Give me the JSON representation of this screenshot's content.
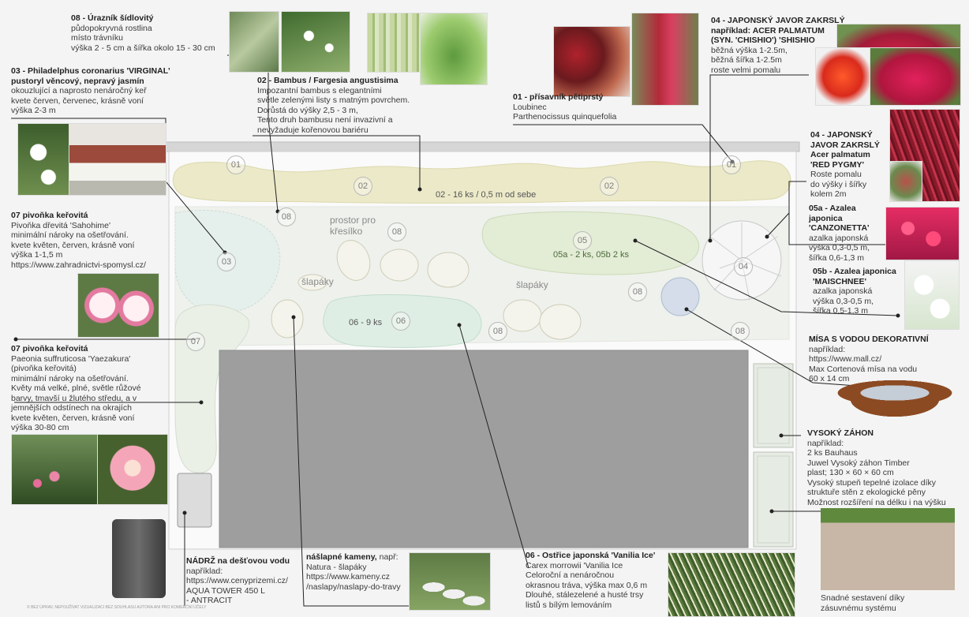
{
  "plan": {
    "bed02_label": "02 - 16 ks / 0,5 m od sebe",
    "bed05_label": "05a - 2 ks, 05b 2 ks",
    "bed06_label": "06 - 9 ks",
    "area_label": "prostor pro\nkřesílko",
    "stones_left": "šlapáky",
    "stones_right": "šlapáky",
    "markers": [
      "01",
      "01",
      "02",
      "02",
      "08",
      "03",
      "08",
      "05",
      "04",
      "08",
      "07",
      "06",
      "08",
      "08"
    ]
  },
  "notes": {
    "n08": {
      "title": "08 - Úrazník šídlovitý",
      "lines": [
        "půdopokryvná rostlina",
        "místo trávníku",
        "výška 2 - 5 cm a šířka okolo 15 - 30 cm"
      ]
    },
    "n03": {
      "title1": "03 - Philadelphus coronarius 'VIRGINAL'",
      "title2": "pustoryl věncový, nepravý jasmín",
      "lines": [
        "okouzlující a naprosto nenáročný keř",
        "kvete červen, červenec, krásně voní",
        "výška 2-3 m"
      ]
    },
    "n02": {
      "title": "02 - Bambus / Fargesia angustisima",
      "lines": [
        "Impozantní bambus s elegantními",
        "světle zelenými listy s matným povrchem.",
        "Dorůstá do výšky 2,5 - 3 m,",
        "Tento druh bambusu není invazivní a",
        "nevyžaduje kořenovou bariéru"
      ]
    },
    "n01": {
      "title": "01 - přísavník pětiprstý",
      "lines": [
        "Loubinec",
        "Parthenocissus quinquefolia"
      ]
    },
    "n04a": {
      "title1": "04 - JAPONSKÝ JAVOR ZAKRSLÝ",
      "title2": "například: ACER PALMATUM",
      "title3": "(SYN. 'CHISHIO') 'SHISHIO",
      "lines": [
        "běžná výška 1-2.5m,",
        "běžná šířka 1-2.5m",
        "roste velmi pomalu"
      ]
    },
    "n04b": {
      "title1": "04 - JAPONSKÝ",
      "title2": "JAVOR ZAKRSLÝ",
      "title3": "Acer palmatum",
      "title4": "'RED PYGMY'",
      "lines": [
        "Roste pomalu",
        "do výšky i šířky",
        "kolem 2m"
      ]
    },
    "n05a": {
      "title1": "05a - Azalea",
      "title2": "japonica",
      "title3": "'CANZONETTA'",
      "lines": [
        "azalka japonská",
        "výška 0,3-0,5 m,",
        "šířka 0,6-1,3 m"
      ]
    },
    "n05b": {
      "title1": "05b - Azalea japonica",
      "title2": "'MAISCHNEE'",
      "lines": [
        "azalka japonská",
        "výška 0,3-0,5 m,",
        "šířka 0,5-1,3 m"
      ]
    },
    "n07a": {
      "title": "07 pivoňka keřovitá",
      "lines": [
        "Pivoňka dřevitá 'Sahohime'",
        "minimální nároky na ošetřování.",
        "kvete květen, červen, krásně voní",
        "výška 1-1,5 m",
        "https://www.zahradnictvi-spomysl.cz/"
      ]
    },
    "n07b": {
      "title": "07 pivoňka keřovitá",
      "lines": [
        "Paeonia suffruticosa 'Yaezakura'",
        "(pivoňka keřovitá)",
        "minimální nároky na ošetřování.",
        "Květy má velké, plné, světle růžové",
        "barvy, tmavší u žlutého středu, a v",
        "jemnějších odstínech na okrajích",
        "kvete květen, červen, krásně voní",
        "výška 30-80 cm"
      ]
    },
    "nMisa": {
      "title": "MÍSA S VODOU DEKORATIVNÍ",
      "lines": [
        "například:",
        "https://www.mall.cz/",
        "Max Cortenová mísa na vodu",
        "60 x 14 cm"
      ]
    },
    "nZahon": {
      "title": "VYSOKÝ ZÁHON",
      "lines": [
        "například:",
        "2 ks Bauhaus",
        "Juwel Vysoký záhon Timber",
        "plast; 130 × 60 × 60 cm",
        "Vysoký stupeň tepelné izolace díky",
        "struktuře stěn z ekologické pěny",
        "Možnost rozšíření na délku i na výšku"
      ]
    },
    "nZahonFoot": {
      "lines": [
        "Snadné sestavení díky",
        "zásuvnému systému"
      ]
    },
    "nNadrz": {
      "title": "NÁDRŽ na dešťovou vodu",
      "lines": [
        "například:",
        "https://www.cenyprizemi.cz/",
        "AQUA TOWER 450 L",
        "- ANTRACIT"
      ]
    },
    "nKameny": {
      "title": "nášlapné kameny,",
      "title_suffix": " např:",
      "lines": [
        "Natura - šlapáky",
        "https://www.kameny.cz",
        "/naslapy/naslapy-do-travy"
      ]
    },
    "n06": {
      "title": "06 - Ostřice japonská 'Vanilia Ice'",
      "lines": [
        "Carex morrowii 'Vanilia Ice",
        "Celoroční a nenáročnou",
        "okrasnou tráva, výška max 0,6 m",
        "Dlouhé, stálezelené a husté trsy",
        "listů s bílým lemováním"
      ]
    }
  },
  "footer": "© BEZ ÚPRAV, NEPOUŽÍVAT VIZUALIZACI BEZ SOUHLASU AUTORA ANI PRO KOMERČNÍ ÚČELY",
  "colors": {
    "bamboo": "#ebe9c8",
    "lawn": "#eef1ec",
    "azalea": "#e3ecd5",
    "carex": "#dfeee4",
    "concrete": "#9e9e9e",
    "water": "#d4dde9"
  }
}
